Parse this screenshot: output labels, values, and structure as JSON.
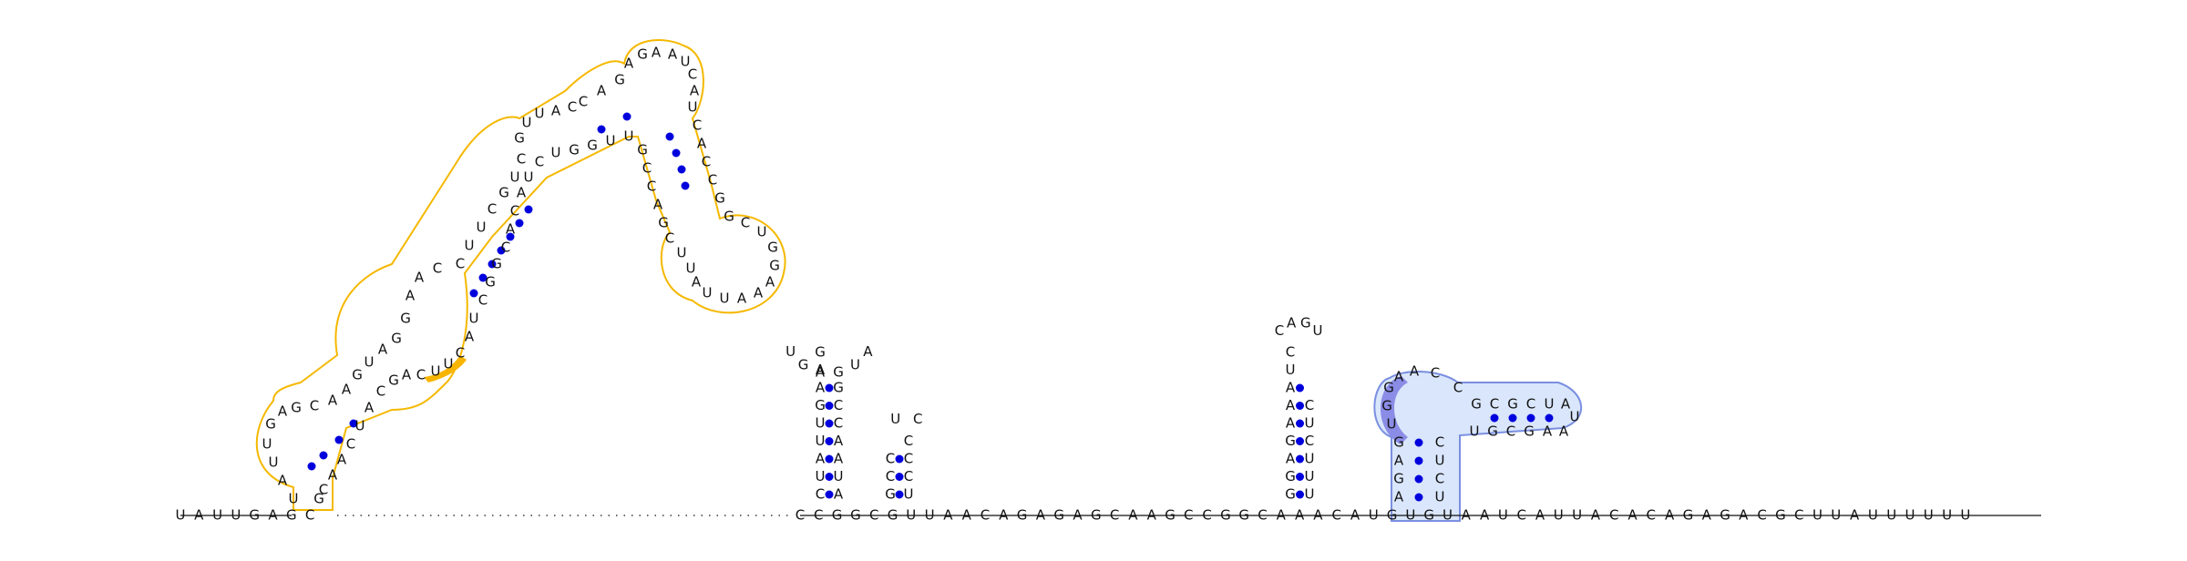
{
  "sequence_start": "UAUUGAGC",
  "sequence_end": "CCGGCGUUAACAGAGAGCAAGCCGGCAAACAUGUGUAAUCAUUACACAGAGACGCUUAUUUUUU",
  "hairpin_1": {
    "left": [
      "C",
      "U",
      "A",
      "U",
      "U",
      "G",
      "A",
      "A",
      "G"
    ],
    "loop": [
      "U",
      "G",
      "A",
      "G",
      "U",
      "A"
    ],
    "right": [
      "A",
      "U",
      "A",
      "A",
      "C",
      "C",
      "G"
    ]
  },
  "hairpin_2": {
    "left": [
      "G",
      "C",
      "C"
    ],
    "loop": [
      "U",
      "C"
    ],
    "right": [
      "U",
      "C",
      "C",
      "C"
    ]
  },
  "hairpin_3": {
    "left": [
      "G",
      "G",
      "A",
      "G",
      "A",
      "A",
      "A",
      "U",
      "C"
    ],
    "loop": [
      "C",
      "A",
      "G",
      "U"
    ],
    "right": [
      "U",
      "U",
      "U",
      "C",
      "U",
      "C"
    ]
  },
  "highlight_1": {
    "outline_color": "#f5b800",
    "fill_color": "#f7b500"
  },
  "highlight_2": {
    "outline_color": "#7a8fe0",
    "fill_color": "#d9e6fb",
    "accent_color": "#8a8ce6"
  },
  "pair_dot_color": "#0000dd"
}
